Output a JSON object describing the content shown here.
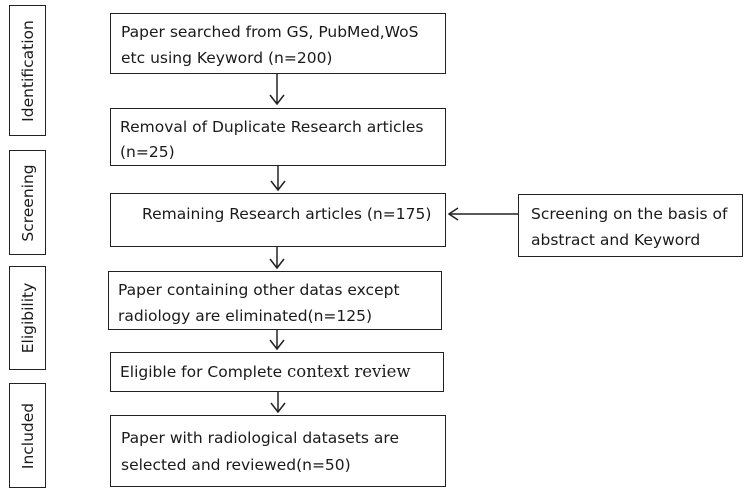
{
  "stages": {
    "identification": "Identification",
    "screening": "Screening",
    "eligibility": "Eligibility",
    "included": "Included"
  },
  "boxes": {
    "search": {
      "line1": "Paper searched from GS, PubMed,WoS",
      "line2": "etc using Keyword (n=200)"
    },
    "duplicates": {
      "line1": "Removal of Duplicate Research articles",
      "line2": "(n=25)"
    },
    "remaining": {
      "line1": "Remaining Research articles (n=175)"
    },
    "screening_basis": {
      "line1": "Screening on the basis of",
      "line2": "abstract and Keyword"
    },
    "other_data": {
      "line1": "Paper containing other datas except",
      "line2": "radiology are eliminated(n=125)"
    },
    "eligible": {
      "part1": "Eligible for Complete ",
      "part2": "context review"
    },
    "included": {
      "line1": "Paper with radiological datasets are",
      "line2": "selected and reviewed(n=50)"
    }
  }
}
